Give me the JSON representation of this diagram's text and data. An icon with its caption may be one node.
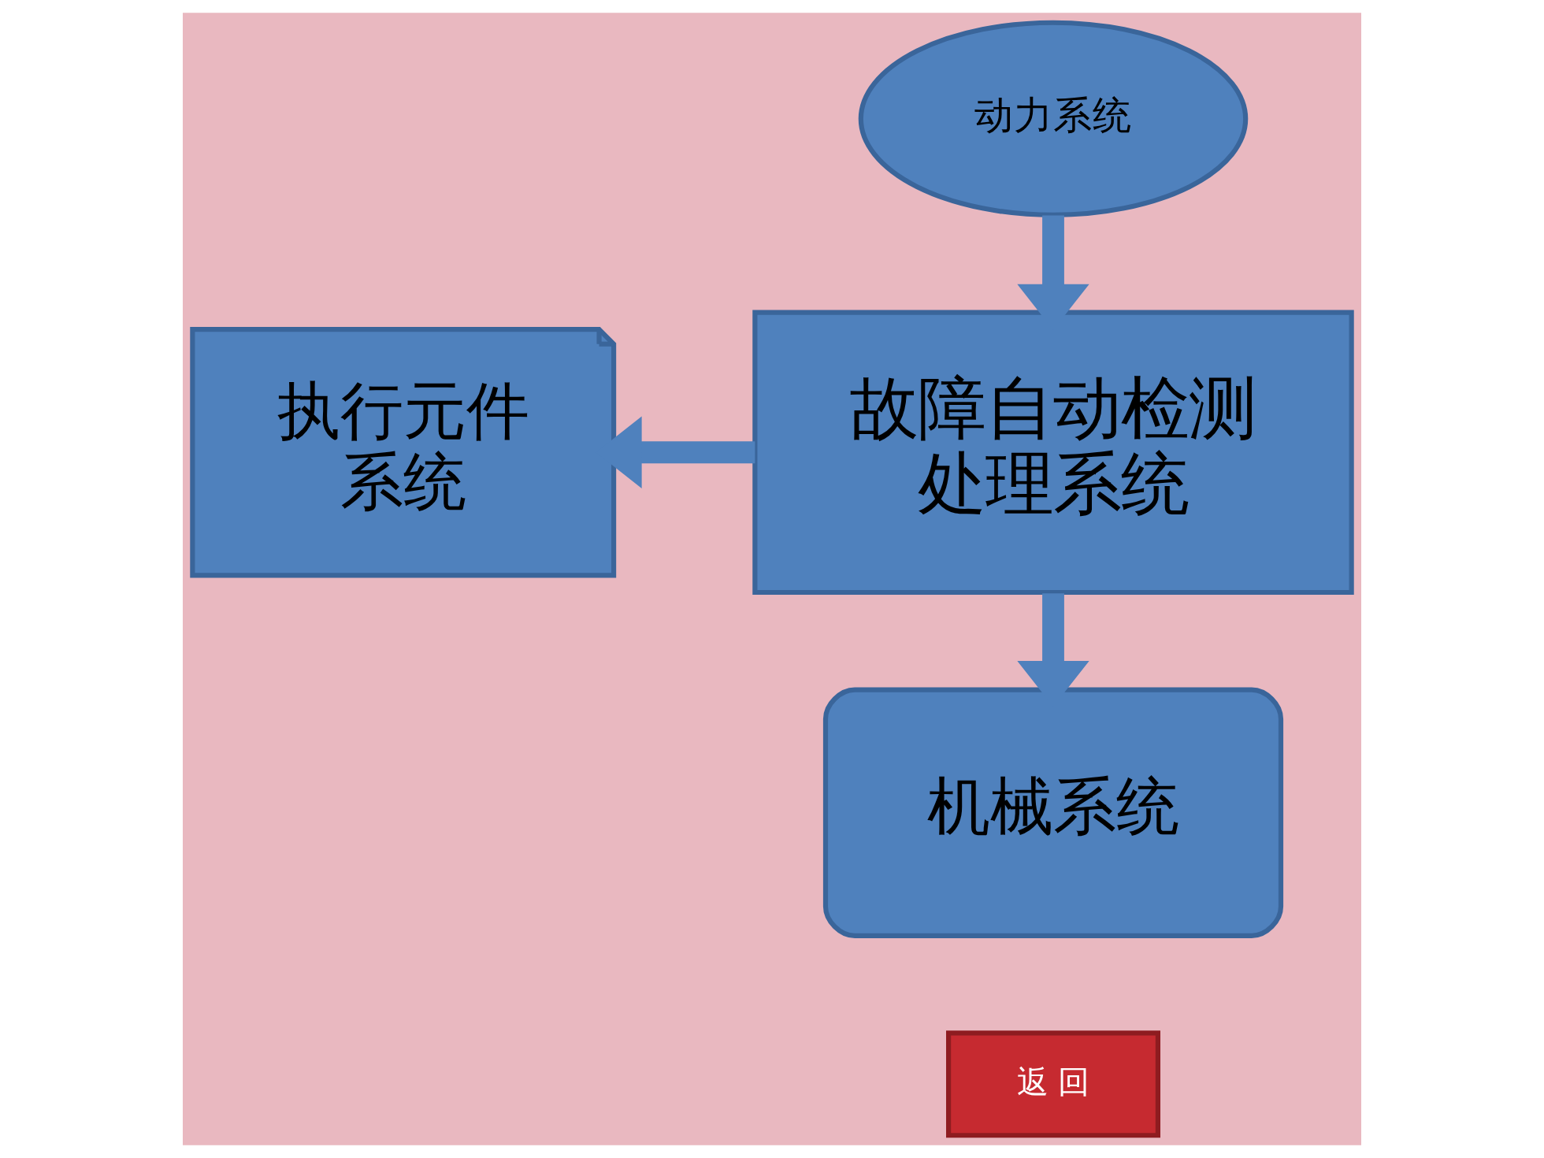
{
  "diagram": {
    "nodes": [
      {
        "text": [
          "动力系统"
        ]
      },
      {
        "text": [
          "执行元件系统"
        ]
      },
      {
        "text": [
          "故障自动检测处理系统"
        ]
      },
      {
        "text": [
          "机械系统"
        ]
      },
      {
        "text": [
          "返 回"
        ]
      }
    ],
    "edges": [
      {
        "from": 0,
        "to": 2,
        "arrow": "to"
      },
      {
        "from": 2,
        "to": 1,
        "arrow": "to"
      },
      {
        "from": 2,
        "to": 3,
        "arrow": "to"
      }
    ]
  }
}
